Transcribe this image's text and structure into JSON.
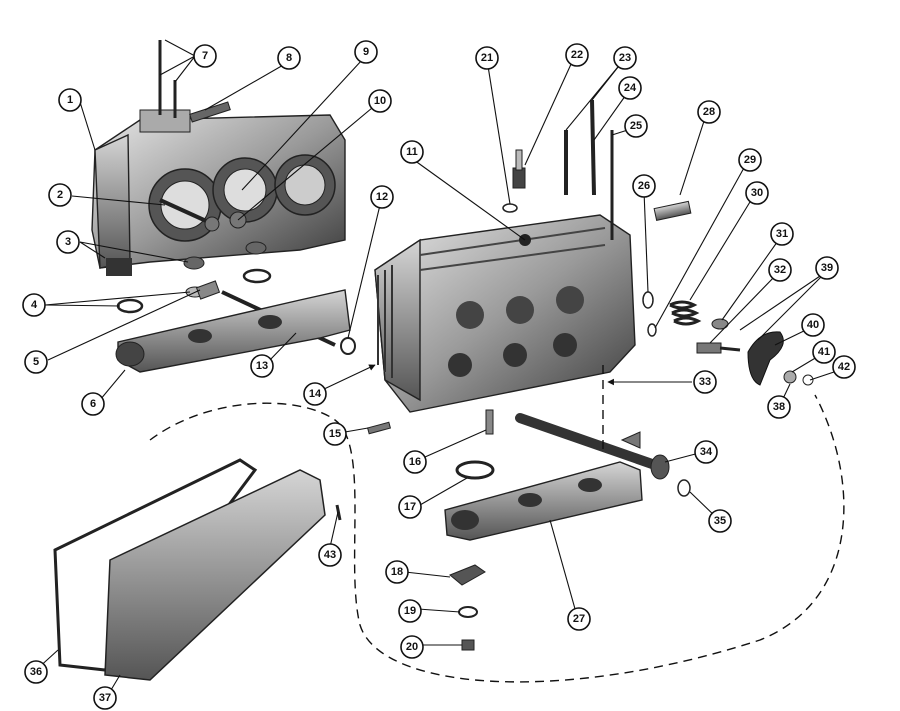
{
  "figure": {
    "background": "#ffffff",
    "ink": "#111111",
    "callouts": [
      {
        "id": "c1",
        "label": "1"
      },
      {
        "id": "c2",
        "label": "2"
      },
      {
        "id": "c3",
        "label": "3"
      },
      {
        "id": "c4",
        "label": "4"
      },
      {
        "id": "c5",
        "label": "5"
      },
      {
        "id": "c6",
        "label": "6"
      },
      {
        "id": "c7",
        "label": "7"
      },
      {
        "id": "c8",
        "label": "8"
      },
      {
        "id": "c9",
        "label": "9"
      },
      {
        "id": "c10",
        "label": "10"
      },
      {
        "id": "c11",
        "label": "11"
      },
      {
        "id": "c12",
        "label": "12"
      },
      {
        "id": "c13",
        "label": "13"
      },
      {
        "id": "c14",
        "label": "14"
      },
      {
        "id": "c15",
        "label": "15"
      },
      {
        "id": "c16",
        "label": "16"
      },
      {
        "id": "c17",
        "label": "17"
      },
      {
        "id": "c18",
        "label": "18"
      },
      {
        "id": "c19",
        "label": "19"
      },
      {
        "id": "c20",
        "label": "20"
      },
      {
        "id": "c21",
        "label": "21"
      },
      {
        "id": "c22",
        "label": "22"
      },
      {
        "id": "c23",
        "label": "23"
      },
      {
        "id": "c24",
        "label": "24"
      },
      {
        "id": "c25",
        "label": "25"
      },
      {
        "id": "c26",
        "label": "26"
      },
      {
        "id": "c27",
        "label": "27"
      },
      {
        "id": "c28",
        "label": "28"
      },
      {
        "id": "c29",
        "label": "29"
      },
      {
        "id": "c30",
        "label": "30"
      },
      {
        "id": "c31",
        "label": "31"
      },
      {
        "id": "c32",
        "label": "32"
      },
      {
        "id": "c33",
        "label": "33"
      },
      {
        "id": "c34",
        "label": "34"
      },
      {
        "id": "c35",
        "label": "35"
      },
      {
        "id": "c36",
        "label": "36"
      },
      {
        "id": "c37",
        "label": "37"
      },
      {
        "id": "c38",
        "label": "38"
      },
      {
        "id": "c39",
        "label": "39"
      },
      {
        "id": "c40",
        "label": "40"
      },
      {
        "id": "c41",
        "label": "41"
      },
      {
        "id": "c42",
        "label": "42"
      },
      {
        "id": "c43",
        "label": "43"
      }
    ]
  }
}
